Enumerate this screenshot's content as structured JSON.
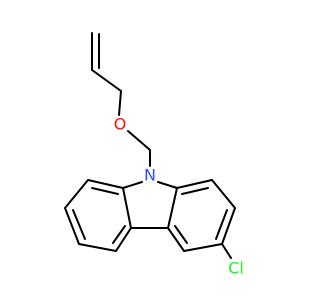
{
  "molecule": {
    "atoms": {
      "oxygen": {
        "label": "O",
        "color": "#ff0d0d"
      },
      "nitrogen": {
        "label": "N",
        "color": "#3050f8"
      },
      "chlorine": {
        "label": "Cl",
        "color": "#1ff01f"
      }
    },
    "bond_color": "#000000"
  }
}
